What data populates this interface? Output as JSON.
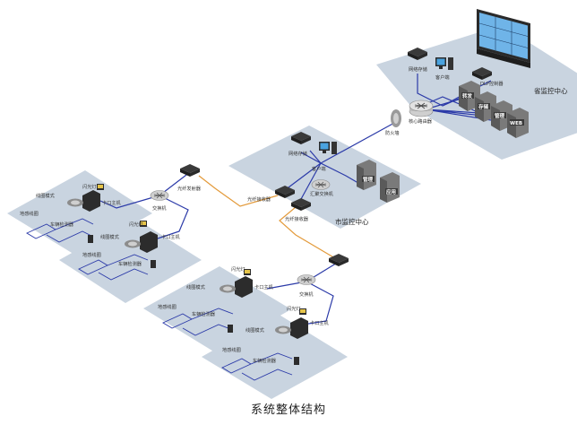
{
  "caption": "系统整体结构",
  "zones": {
    "province": "省监控中心",
    "city": "市监控中心"
  },
  "labels": {
    "province_storage": "网络存储",
    "province_client": "客户端",
    "dlp_controller": "DLP控制器",
    "core_router": "核心路由器",
    "firewall": "防火墙",
    "city_storage": "网络存储",
    "city_client": "客户端",
    "aggregation_switch": "汇聚交换机",
    "fiber_rx_a": "光纤接收器",
    "fiber_rx_b": "光纤接收器",
    "fiber_tx": "光纤发射器",
    "switch_a": "交换机",
    "switch_b": "交换机"
  },
  "servers": {
    "p1": "转发",
    "p2": "存储",
    "p3": "管理",
    "p4": "WEB",
    "c1": "管理",
    "c2": "应用"
  },
  "sites": [
    {
      "flash": "闪光灯",
      "host": "卡口主机",
      "coil": "线圈模式",
      "ground": "地感线圈",
      "detector": "车辆检测器"
    },
    {
      "flash": "闪光灯",
      "host": "卡口主机",
      "coil": "线圈模式",
      "ground": "地感线圈",
      "detector": "车辆检测器"
    },
    {
      "flash": "闪光灯",
      "host": "卡口主机",
      "coil": "线圈模式",
      "ground": "地感线圈",
      "detector": "车辆检测器"
    },
    {
      "flash": "闪光灯",
      "host": "卡口主机",
      "coil": "线圈模式",
      "ground": "地感线圈",
      "detector": "车辆检测器"
    }
  ],
  "colors": {
    "platform": "#c9d4e0",
    "network_line": "#2b3aa8",
    "fiber_line": "#e39a3a",
    "device_dark": "#2c2c2c",
    "server_gray": "#7a7a7a",
    "video_wall": "#6fb4e8"
  }
}
